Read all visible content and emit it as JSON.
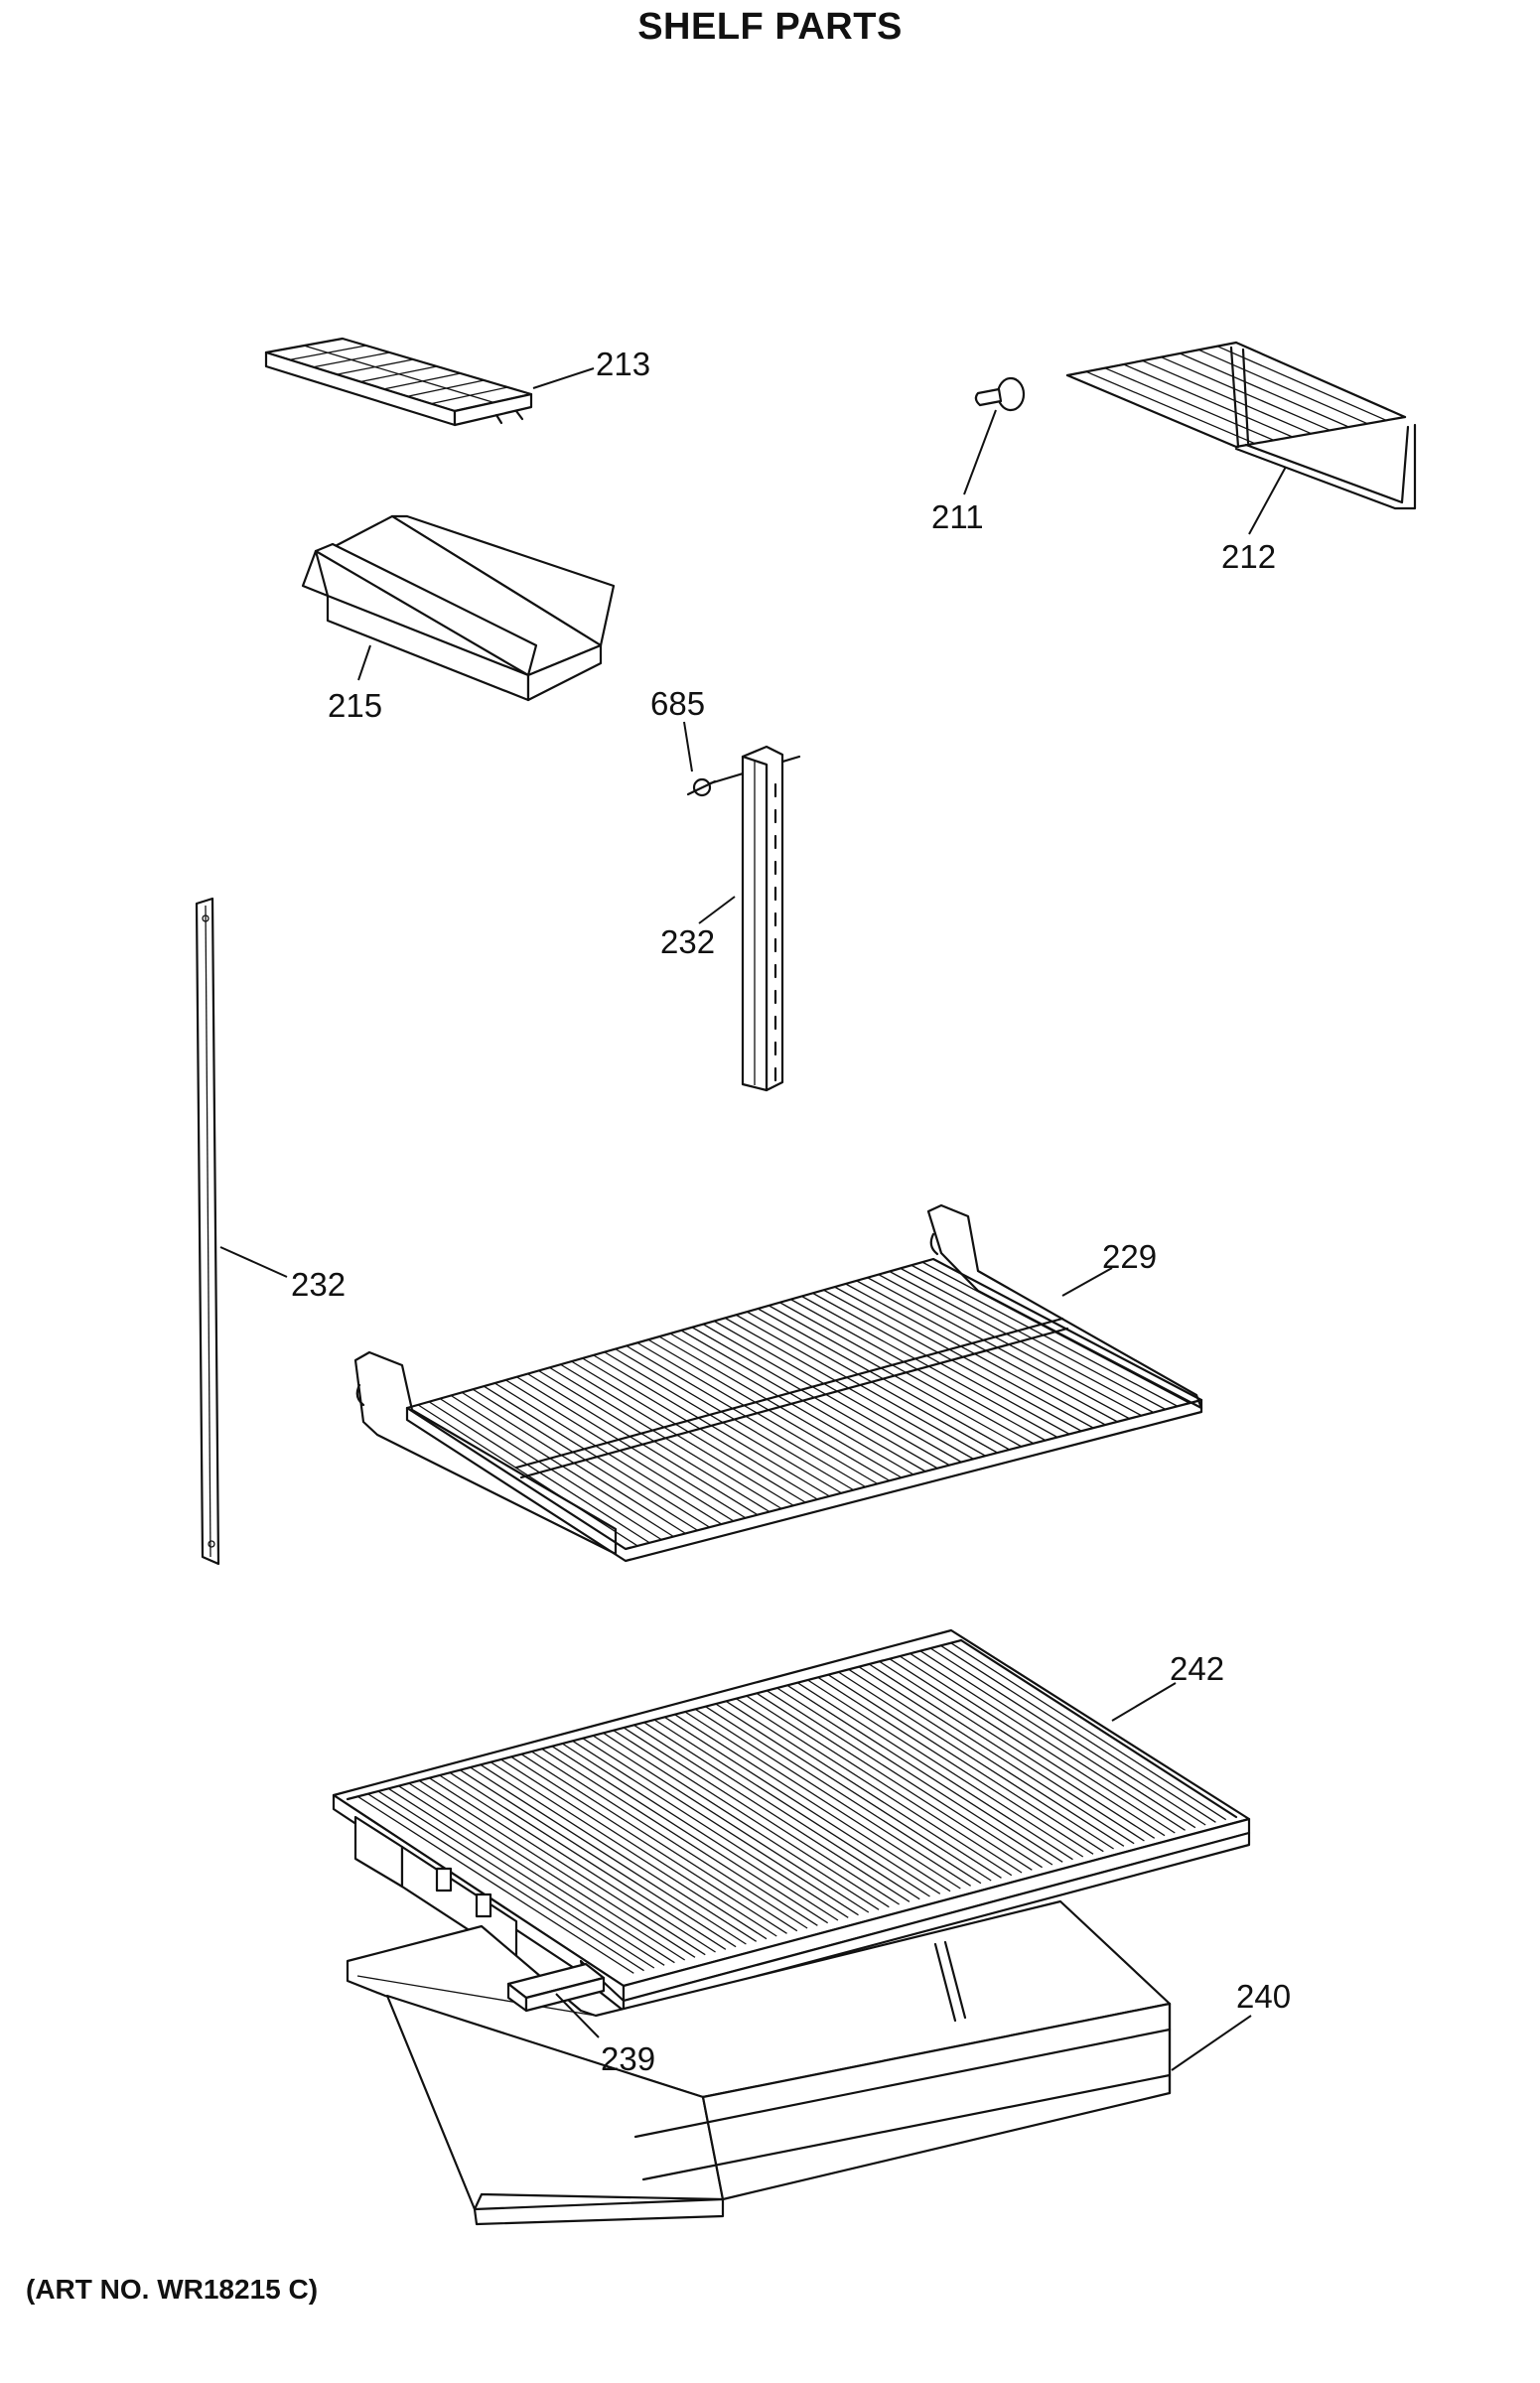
{
  "title": "SHELF PARTS",
  "art_number": "(ART NO. WR18215 C)",
  "parts": [
    {
      "id": "p213",
      "number": "213",
      "name": "ice-cube-tray"
    },
    {
      "id": "p211",
      "number": "211",
      "name": "shelf-support-stud"
    },
    {
      "id": "p212",
      "number": "212",
      "name": "freezer-wire-shelf"
    },
    {
      "id": "p215",
      "number": "215",
      "name": "door-bin"
    },
    {
      "id": "p685",
      "number": "685",
      "name": "screw"
    },
    {
      "id": "p232a",
      "number": "232",
      "name": "shelf-ladder-rail"
    },
    {
      "id": "p232b",
      "number": "232",
      "name": "shelf-ladder-rail"
    },
    {
      "id": "p229",
      "number": "229",
      "name": "wire-shelf"
    },
    {
      "id": "p242",
      "number": "242",
      "name": "crisper-cover-shelf"
    },
    {
      "id": "p239",
      "number": "239",
      "name": "pan-support-bracket"
    },
    {
      "id": "p240",
      "number": "240",
      "name": "crisper-pan"
    }
  ]
}
